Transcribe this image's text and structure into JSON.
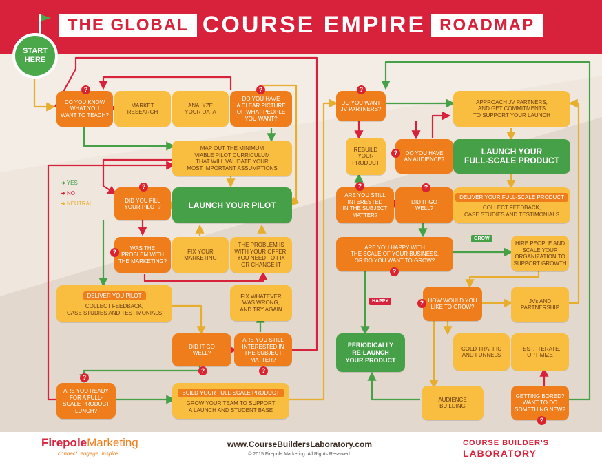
{
  "header": {
    "title_part1": "THE GLOBAL",
    "title_part2": "COURSE EMPIRE",
    "title_part3": "ROADMAP",
    "start": "START\nHERE"
  },
  "legend": {
    "yes": "YES",
    "no": "NO",
    "neutral": "NEUTRAL"
  },
  "colors": {
    "red": "#d8213b",
    "orange": "#ef7d1b",
    "yellow": "#f9be3f",
    "green": "#46a047",
    "neutral": "#e6ad2e"
  },
  "nodes": {
    "know_what_to_teach": "DO YOU KNOW\nWHAT YOU\nWANT TO TEACH?",
    "market_research": "MARKET\nRESEARCH",
    "analyze_data": "ANALYZE\nYOUR DATA",
    "clear_picture": "DO YOU HAVE\nA CLEAR PICTURE\nOF WHAT PEOPLE\nYOU WANT?",
    "map_curriculum": "MAP OUT THE MINIMUM\nVIABLE PILOT CURRICULUM\nTHAT WILL VALIDATE YOUR\nMOST IMPORTANT ASSUMPTIONS",
    "fill_pilot": "DID YOU FILL\nYOUR PILOT?",
    "launch_pilot": "LAUNCH YOUR PILOT",
    "problem_marketing": "WAS THE\nPROBLEM WITH\nTHE MARKETING?",
    "fix_marketing": "FIX YOUR\nMARKETING",
    "problem_offer": "THE PROBLEM IS\nWITH YOUR OFFER;\nYOU NEED TO FIX\nOR CHANGE IT",
    "deliver_pilot_label": "DELIVER YOU PILOT",
    "deliver_pilot_text": "COLLECT FEEDBACK,\nCASE STUDIES AND TESTIMONIALS",
    "fix_whatever": "FIX WHATEVER\nWAS WRONG,\nAND TRY AGAIN",
    "go_well_1": "DID IT GO\nWELL?",
    "still_interested_1": "ARE YOU STILL\nINTERESTED IN\nTHE SUBJECT\nMATTER?",
    "ready_full": "ARE YOU READY\nFOR A FULL-\nSCALE PRODUCT\nLUNCH?",
    "build_full_label": "BUILD YOUR FULL-SCALE PRODUCT",
    "build_full_text": "GROW YOUR TEAM TO SUPPORT\nA LAUNCH AND STUDENT BASE",
    "want_jv": "DO YOU WANT\nJV PARTNERS?",
    "approach_jv": "APPROACH JV PARTNERS,\nAND GET COMMITMENTS\nTO SUPPORT YOUR LAUNCH",
    "rebuild_product": "REBUILD\nYOUR\nPRODUCT",
    "have_audience": "DO YOU HAVE\nAN AUDIENCE?",
    "launch_full": "LAUNCH YOUR\nFULL-SCALE PRODUCT",
    "still_interested_2": "ARE YOU STILL\nINTERESTED\nIN THE SUBJECT\nMATTER?",
    "go_well_2": "DID IT GO\nWELL?",
    "deliver_full_label": "DELIVER YOUR FULL-SCALE PRODUCT",
    "deliver_full_text": "COLLECT FEEDBACK,\nCASE STUDIES AND TESTIMONIALS",
    "happy_scale": "ARE YOU HAPPY WITH\nTHE SCALE OF YOUR BUSINESS,\nOR DO YOU WANT TO GROW?",
    "hire_people": "HIRE PEOPLE AND\nSCALE YOUR\nORGANIZATION TO\nSUPPORT GROWTH",
    "grow_tag": "GROW",
    "happy_tag": "HAPPY",
    "how_grow": "HOW WOULD YOU\nLIKE TO GROW?",
    "jvs_partnership": "JVs AND\nPARTNERSHIP",
    "relaunch": "PERIODICALLY\nRE-LAUNCH\nYOUR PRODUCT",
    "cold_traffic": "COLD TRAFFIC\nAND FUNNELS",
    "test_iterate": "TEST, ITERATE,\nOPTIMIZE",
    "audience_building": "AUDIENCE\nBUILDING",
    "getting_bored": "GETTING BORED?\nWANT TO DO\nSOMETHING NEW?"
  },
  "question_mark": "?",
  "footer": {
    "brand_a": "Firepole",
    "brand_b": "Marketing",
    "tagline": "connect. engage. inspire.",
    "url": "www.CourseBuildersLaboratory.com",
    "copyright": "© 2015 Firepole Marketing. All Rights Reserved.",
    "logo_line1": "COURSE BUILDER'S",
    "logo_line2": "LABORATORY"
  }
}
